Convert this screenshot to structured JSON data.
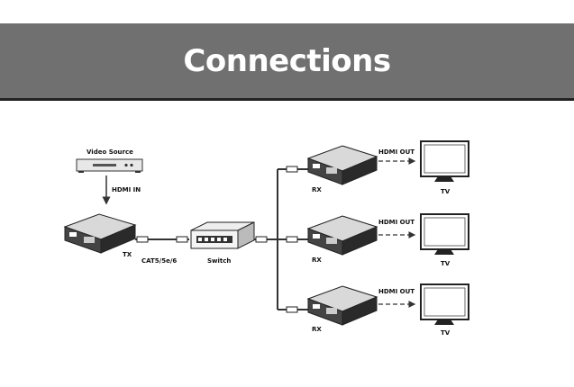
{
  "header": {
    "title": "Connections"
  },
  "diagram": {
    "source_label": "Video Source",
    "hdmi_in_label": "HDMI IN",
    "tx_label": "TX",
    "cable_label": "CAT5/5e/6",
    "switch_label": "Switch",
    "receivers": [
      {
        "rx_label": "RX",
        "out_label": "HDMI OUT",
        "tv_label": "TV"
      },
      {
        "rx_label": "RX",
        "out_label": "HDMI OUT",
        "tv_label": "TV"
      },
      {
        "rx_label": "RX",
        "out_label": "HDMI OUT",
        "tv_label": "TV"
      }
    ]
  }
}
